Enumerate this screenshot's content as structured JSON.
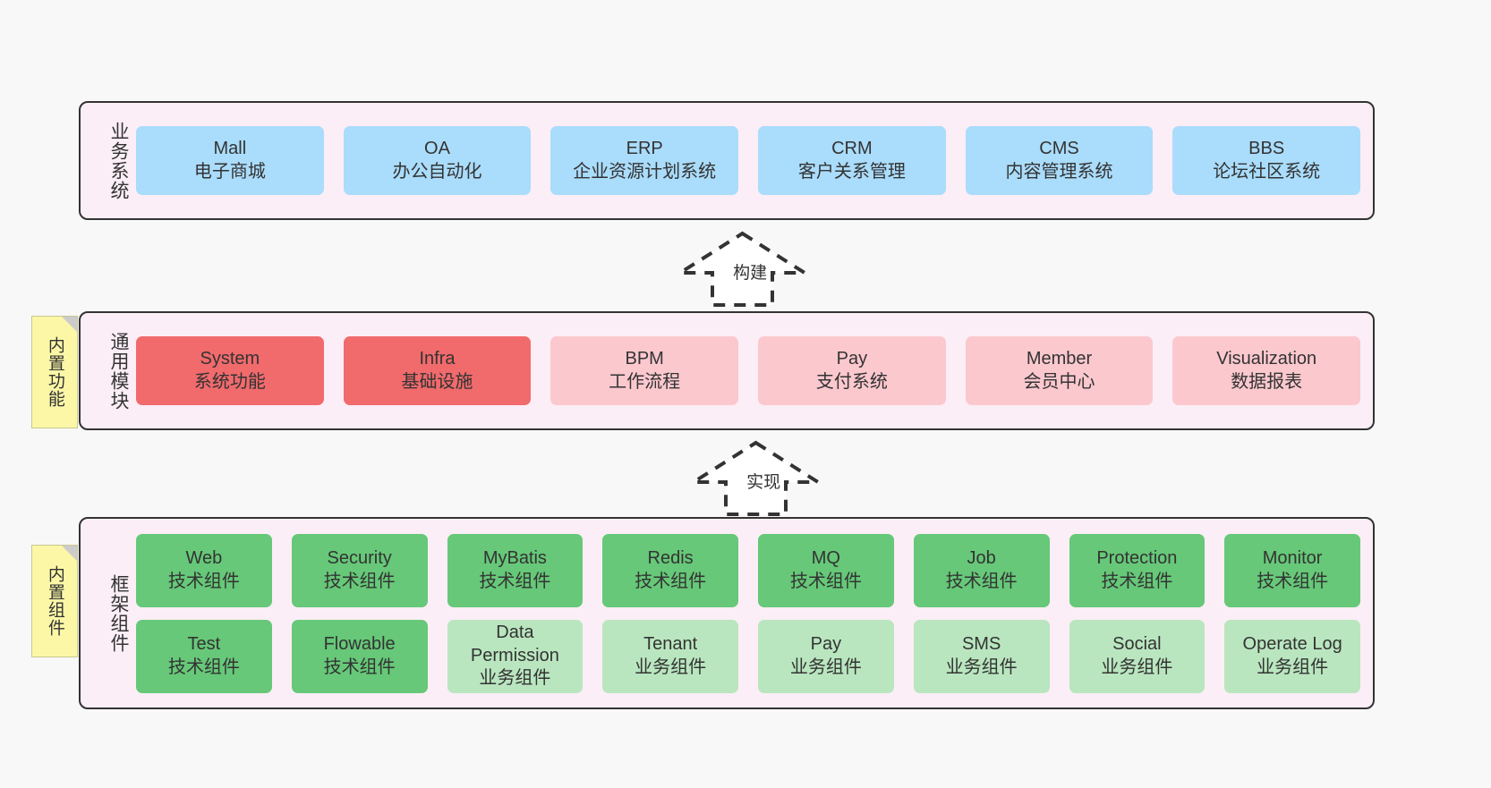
{
  "diagram": {
    "title": "",
    "palette": {
      "canvas_bg": "#f8f8f8",
      "layer_bg": "#fbeef6",
      "layer_border": "#333333",
      "business_card": "#aadcfb",
      "common_card_strong": "#f16a6c",
      "common_card_soft": "#fbc8ce",
      "framework_card_strong": "#66c878",
      "framework_card_soft": "#b9e6bf",
      "sticky_bg": "#fbf7a6",
      "sticky_fold": "#cccccc"
    }
  },
  "layers": {
    "business": {
      "title": "业务系统",
      "cards": [
        {
          "name": "Mall",
          "desc": "电子商城"
        },
        {
          "name": "OA",
          "desc": "办公自动化"
        },
        {
          "name": "ERP",
          "desc": "企业资源计划系统"
        },
        {
          "name": "CRM",
          "desc": "客户关系管理"
        },
        {
          "name": "CMS",
          "desc": "内容管理系统"
        },
        {
          "name": "BBS",
          "desc": "论坛社区系统"
        }
      ]
    },
    "common": {
      "title": "通用模块",
      "sticky": "内置功能",
      "cards": [
        {
          "name": "System",
          "desc": "系统功能",
          "emphasis": "strong"
        },
        {
          "name": "Infra",
          "desc": "基础设施",
          "emphasis": "strong"
        },
        {
          "name": "BPM",
          "desc": "工作流程",
          "emphasis": "soft"
        },
        {
          "name": "Pay",
          "desc": "支付系统",
          "emphasis": "soft"
        },
        {
          "name": "Member",
          "desc": "会员中心",
          "emphasis": "soft"
        },
        {
          "name": "Visualization",
          "desc": "数据报表",
          "emphasis": "soft"
        }
      ]
    },
    "framework": {
      "title": "框架组件",
      "sticky": "内置组件",
      "row1": [
        {
          "name": "Web",
          "desc": "技术组件",
          "emphasis": "strong"
        },
        {
          "name": "Security",
          "desc": "技术组件",
          "emphasis": "strong"
        },
        {
          "name": "MyBatis",
          "desc": "技术组件",
          "emphasis": "strong"
        },
        {
          "name": "Redis",
          "desc": "技术组件",
          "emphasis": "strong"
        },
        {
          "name": "MQ",
          "desc": "技术组件",
          "emphasis": "strong"
        },
        {
          "name": "Job",
          "desc": "技术组件",
          "emphasis": "strong"
        },
        {
          "name": "Protection",
          "desc": "技术组件",
          "emphasis": "strong"
        },
        {
          "name": "Monitor",
          "desc": "技术组件",
          "emphasis": "strong"
        }
      ],
      "row2": [
        {
          "name": "Test",
          "desc": "技术组件",
          "emphasis": "strong"
        },
        {
          "name": "Flowable",
          "desc": "技术组件",
          "emphasis": "strong"
        },
        {
          "name": "Data Permission",
          "desc": "业务组件",
          "emphasis": "soft"
        },
        {
          "name": "Tenant",
          "desc": "业务组件",
          "emphasis": "soft"
        },
        {
          "name": "Pay",
          "desc": "业务组件",
          "emphasis": "soft"
        },
        {
          "name": "SMS",
          "desc": "业务组件",
          "emphasis": "soft"
        },
        {
          "name": "Social",
          "desc": "业务组件",
          "emphasis": "soft"
        },
        {
          "name": "Operate Log",
          "desc": "业务组件",
          "emphasis": "soft"
        }
      ]
    }
  },
  "connectors": [
    {
      "id": "build",
      "label": "构建",
      "from": "common",
      "to": "business"
    },
    {
      "id": "implement",
      "label": "实现",
      "from": "framework",
      "to": "common"
    }
  ]
}
